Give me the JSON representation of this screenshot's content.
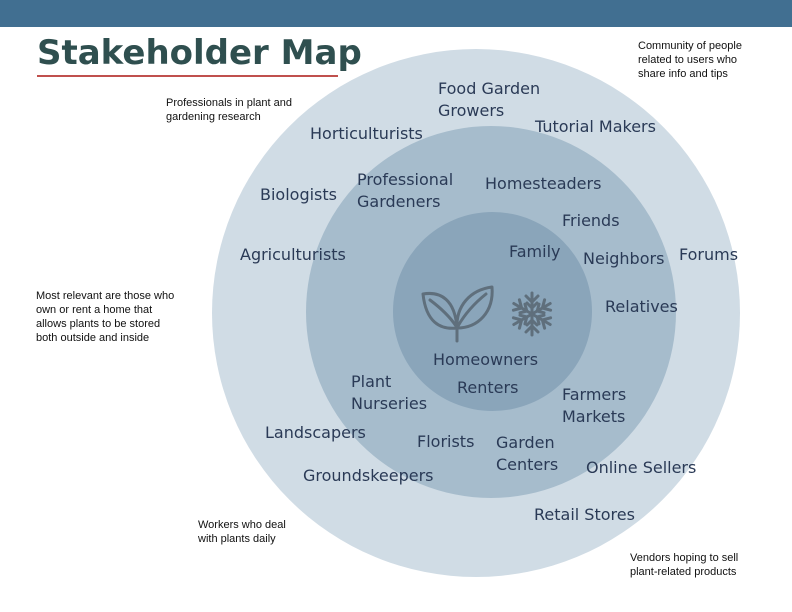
{
  "title": "Stakeholder Map",
  "notes": {
    "top_left": [
      "Professionals in plant and",
      "gardening research"
    ],
    "top_right": [
      "Community of people",
      "related to users who",
      "share info and tips"
    ],
    "left": [
      "Most relevant are those who",
      "own or rent a home that",
      "allows plants to be stored",
      "both outside and inside"
    ],
    "bottom_left": [
      "Workers who deal",
      "with plants daily"
    ],
    "bottom_right": [
      "Vendors hoping to sell",
      "plant-related products"
    ]
  },
  "labels": {
    "food_garden_growers": [
      "Food Garden",
      "Growers"
    ],
    "horticulturists": "Horticulturists",
    "tutorial_makers": "Tutorial Makers",
    "biologists": "Biologists",
    "professional_gardeners": [
      "Professional",
      "Gardeners"
    ],
    "homesteaders": "Homesteaders",
    "friends": "Friends",
    "agriculturists": "Agriculturists",
    "family": "Family",
    "neighbors": "Neighbors",
    "forums": "Forums",
    "relatives": "Relatives",
    "homeowners": "Homeowners",
    "renters": "Renters",
    "plant_nurseries": [
      "Plant",
      "Nurseries"
    ],
    "farmers_markets": [
      "Farmers",
      "Markets"
    ],
    "landscapers": "Landscapers",
    "florists": "Florists",
    "garden_centers": [
      "Garden",
      "Centers"
    ],
    "online_sellers": "Online Sellers",
    "groundskeepers": "Groundskeepers",
    "retail_stores": "Retail Stores"
  },
  "icons": {
    "leaf": "leaf-icon",
    "snowflake": "snowflake-icon"
  },
  "colors": {
    "top_bar": "#416f91",
    "title": "#2f4f4f",
    "title_underline": "#c0504d",
    "outer_ring": "#d0dce5",
    "middle_ring": "#a6bccc",
    "inner_ring": "#8aa5ba",
    "label_text": "#2a3a56",
    "icon": "#5f6f7c"
  }
}
